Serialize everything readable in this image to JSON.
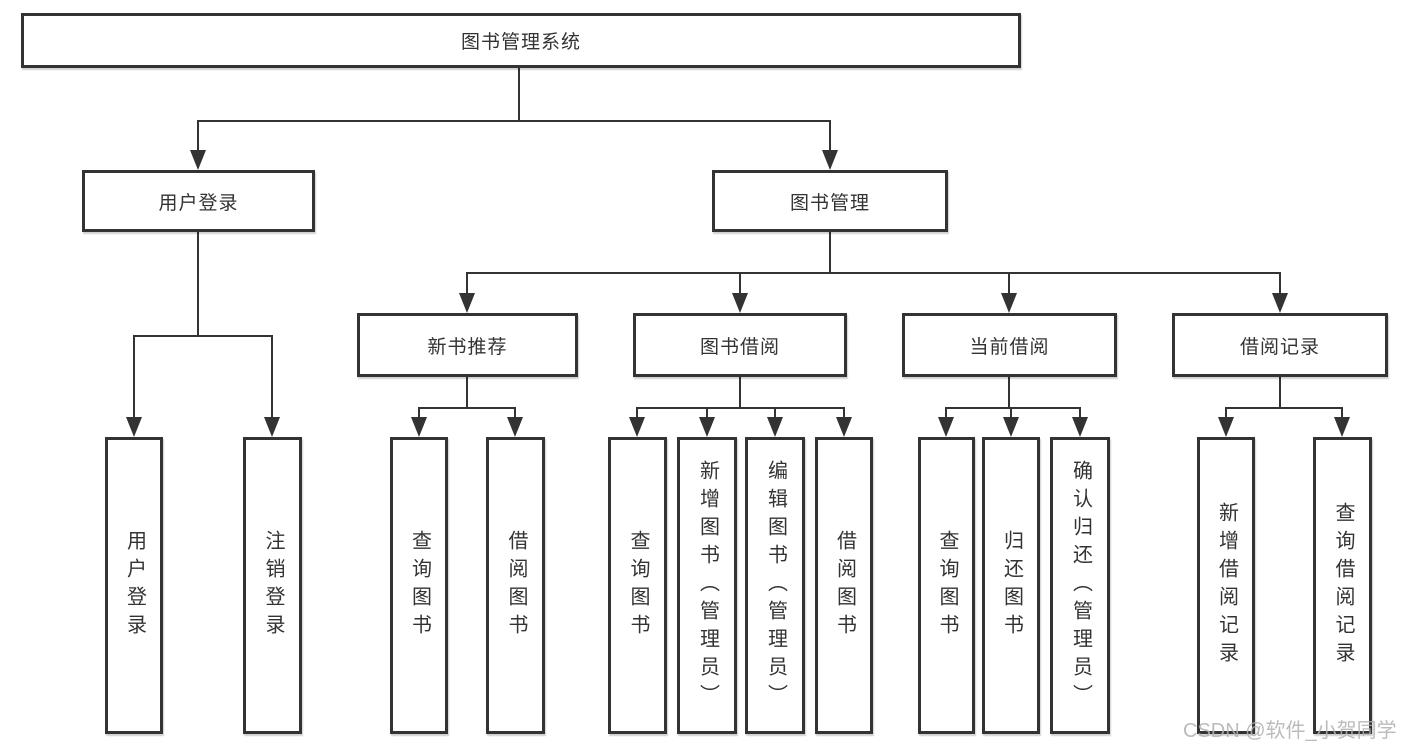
{
  "colors": {
    "line": "#333333",
    "text": "#333333",
    "box_background": "#ffffff",
    "background": "#ffffff",
    "watermark": "#b2b2b2"
  },
  "watermark": {
    "text": "CSDN @软件_小贺同学"
  },
  "nodes": {
    "root": {
      "label": "图书管理系统"
    },
    "user_login": {
      "label": "用户登录"
    },
    "book_management": {
      "label": "图书管理"
    },
    "new_book_recommend": {
      "label": "新书推荐"
    },
    "book_borrowing": {
      "label": "图书借阅"
    },
    "current_borrowing": {
      "label": "当前借阅"
    },
    "borrowing_records": {
      "label": "借阅记录"
    },
    "leaves": {
      "user_login": {
        "label": "用户登录"
      },
      "logout": {
        "label": "注销登录"
      },
      "query_book_recommend": {
        "label": "查询图书"
      },
      "borrow_book_recommend": {
        "label": "借阅图书"
      },
      "query_book_borrowing": {
        "label": "查询图书"
      },
      "add_book_admin": {
        "label": "新增图书（管理员）"
      },
      "edit_book_admin": {
        "label": "编辑图书（管理员）"
      },
      "borrow_book_borrowing": {
        "label": "借阅图书"
      },
      "query_book_current": {
        "label": "查询图书"
      },
      "return_book": {
        "label": "归还图书"
      },
      "confirm_return_admin": {
        "label": "确认归还（管理员）"
      },
      "add_borrow_record": {
        "label": "新增借阅记录"
      },
      "query_borrow_record": {
        "label": "查询借阅记录"
      }
    }
  }
}
